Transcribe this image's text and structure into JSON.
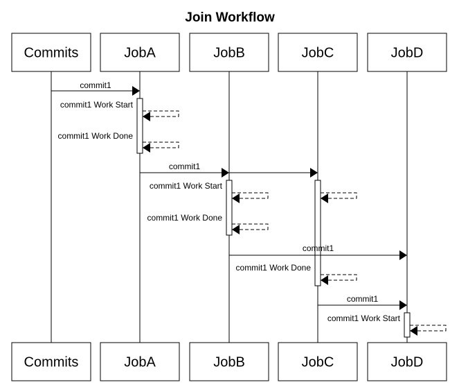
{
  "title": "Join Workflow",
  "participants": [
    {
      "id": "commits",
      "label": "Commits"
    },
    {
      "id": "joba",
      "label": "JobA"
    },
    {
      "id": "jobb",
      "label": "JobB"
    },
    {
      "id": "jobc",
      "label": "JobC"
    },
    {
      "id": "jobd",
      "label": "JobD"
    }
  ],
  "messages": [
    {
      "from": "commits",
      "to": "joba",
      "label": "commit1",
      "style": "solid"
    },
    {
      "from": "joba",
      "to": "joba",
      "label": "commit1 Work Start",
      "style": "dashed"
    },
    {
      "from": "joba",
      "to": "joba",
      "label": "commit1 Work Done",
      "style": "dashed"
    },
    {
      "from": "joba",
      "to": "jobb",
      "label": "commit1",
      "style": "solid"
    },
    {
      "from": "jobb",
      "to": "jobc",
      "label": "",
      "style": "solid"
    },
    {
      "from": "jobb",
      "to": "jobb",
      "label": "commit1 Work Start",
      "style": "dashed"
    },
    {
      "from": "jobc",
      "to": "jobc",
      "label": "",
      "style": "dashed"
    },
    {
      "from": "jobb",
      "to": "jobb",
      "label": "commit1 Work Done",
      "style": "dashed"
    },
    {
      "from": "jobb",
      "to": "jobd",
      "label": "commit1",
      "style": "solid"
    },
    {
      "from": "jobc",
      "to": "jobc",
      "label": "commit1 Work Done",
      "style": "dashed"
    },
    {
      "from": "jobc",
      "to": "jobd",
      "label": "commit1",
      "style": "solid"
    },
    {
      "from": "jobd",
      "to": "jobd",
      "label": "commit1 Work Start",
      "style": "dashed"
    }
  ]
}
